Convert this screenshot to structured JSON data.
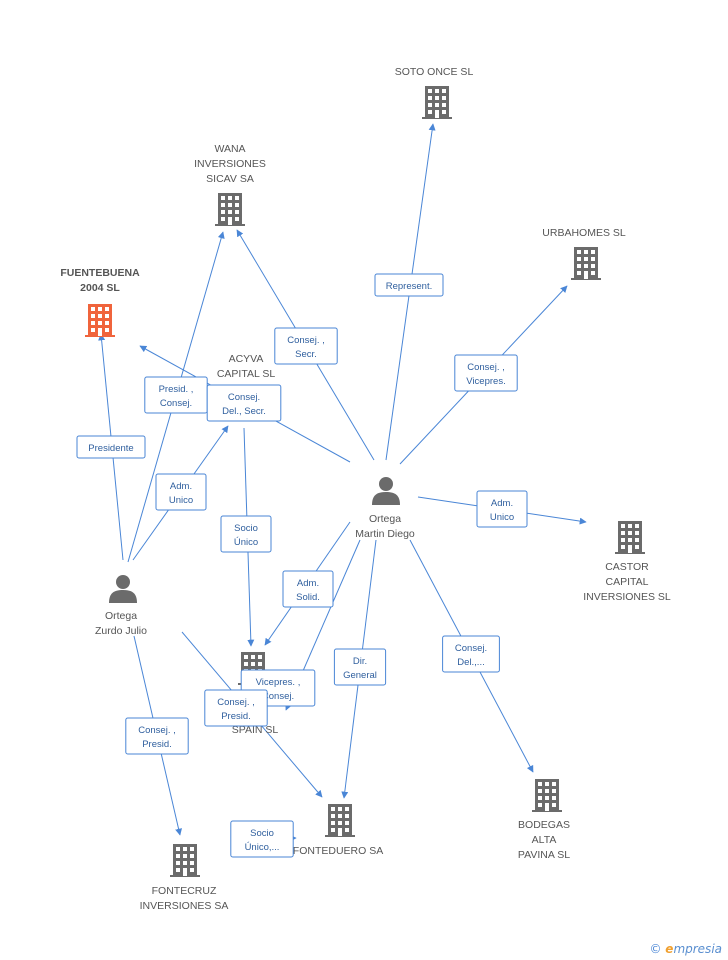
{
  "colors": {
    "edge": "#4a86d6",
    "company": "#6b6b6b",
    "highlight": "#f0643c",
    "person": "#6b6b6b"
  },
  "nodes": [
    {
      "id": "fuentebuena",
      "type": "company",
      "highlight": true,
      "lines": [
        "FUENTEBUENA",
        "2004 SL"
      ]
    },
    {
      "id": "wana",
      "type": "company",
      "lines": [
        "WANA",
        "INVERSIONES",
        "SICAV SA"
      ]
    },
    {
      "id": "soto",
      "type": "company",
      "lines": [
        "SOTO ONCE SL"
      ]
    },
    {
      "id": "urbahomes",
      "type": "company",
      "lines": [
        "URBAHOMES SL"
      ]
    },
    {
      "id": "acyva",
      "type": "company",
      "lines": [
        "ACYVA",
        "CAPITAL SL"
      ]
    },
    {
      "id": "castor",
      "type": "company",
      "lines": [
        "CASTOR",
        "CAPITAL",
        "INVERSIONES SL"
      ]
    },
    {
      "id": "ortega_martin",
      "type": "person",
      "lines": [
        "Ortega",
        "Martin Diego"
      ]
    },
    {
      "id": "ortega_zurdo",
      "type": "person",
      "lines": [
        "Ortega",
        "Zurdo Julio"
      ]
    },
    {
      "id": "tom_spain",
      "type": "company",
      "lines": [
        "TOM",
        "SPAIN SL"
      ]
    },
    {
      "id": "bodegas",
      "type": "company",
      "lines": [
        "BODEGAS",
        "ALTA",
        "PAVINA SL"
      ]
    },
    {
      "id": "fonteduero",
      "type": "company",
      "lines": [
        "FONTEDUERO SA"
      ]
    },
    {
      "id": "fontecruz",
      "type": "company",
      "lines": [
        "FONTECRUZ",
        "INVERSIONES SA"
      ]
    }
  ],
  "edges": [
    {
      "id": "e1",
      "from": "ortega_zurdo",
      "to": "fuentebuena",
      "label": [
        "Presidente"
      ]
    },
    {
      "id": "e2",
      "from": "ortega_zurdo",
      "to": "wana",
      "label": [
        "Presid. ,",
        "Consej."
      ]
    },
    {
      "id": "e3",
      "from": "ortega_zurdo",
      "to": "acyva",
      "label": [
        "Adm.",
        "Unico"
      ]
    },
    {
      "id": "e4",
      "from": "ortega_martin",
      "to": "fuentebuena",
      "label": [
        "Consej.",
        "Del., Secr."
      ]
    },
    {
      "id": "e5",
      "from": "ortega_martin",
      "to": "wana",
      "label": [
        "Consej. ,",
        "Secr."
      ]
    },
    {
      "id": "e6",
      "from": "ortega_martin",
      "to": "soto",
      "label": [
        "Represent."
      ]
    },
    {
      "id": "e7",
      "from": "ortega_martin",
      "to": "urbahomes",
      "label": [
        "Consej. ,",
        "Vicepres."
      ]
    },
    {
      "id": "e8",
      "from": "ortega_martin",
      "to": "castor",
      "label": [
        "Adm.",
        "Unico"
      ]
    },
    {
      "id": "e9",
      "from": "acyva",
      "to": "tom_spain",
      "label": [
        "Socio",
        "Único"
      ]
    },
    {
      "id": "e10",
      "from": "ortega_martin",
      "to": "tom_spain",
      "label": [
        "Adm.",
        "Solid."
      ]
    },
    {
      "id": "e11",
      "from": "ortega_martin",
      "to": "fontecruz",
      "label": [
        "Vicepres. ,",
        "Consej."
      ]
    },
    {
      "id": "e12",
      "from": "ortega_zurdo",
      "to": "fonteduero",
      "label": [
        "Consej. ,",
        "Presid."
      ]
    },
    {
      "id": "e13",
      "from": "ortega_martin",
      "to": "fonteduero",
      "label": [
        "Dir.",
        "General"
      ]
    },
    {
      "id": "e14",
      "from": "ortega_martin",
      "to": "bodegas",
      "label": [
        "Consej.",
        "Del.,..."
      ]
    },
    {
      "id": "e15",
      "from": "ortega_zurdo",
      "to": "fontecruz",
      "label": [
        "Consej. ,",
        "Presid."
      ]
    },
    {
      "id": "e16",
      "from": "fontecruz",
      "to": "fonteduero",
      "label": [
        "Socio",
        "Único,..."
      ]
    }
  ],
  "footer": {
    "copyright": "©",
    "brand_e": "e",
    "brand_rest": "mpresia"
  }
}
